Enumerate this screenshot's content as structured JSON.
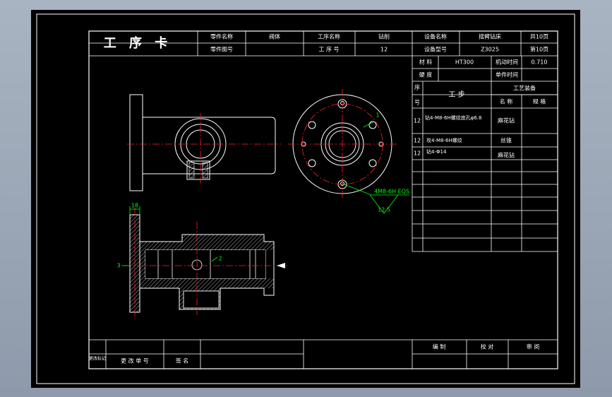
{
  "card": {
    "title": "工 序 卡",
    "part_name_label": "零件名称",
    "part_name": "阀体",
    "part_no_label": "零件图号",
    "part_no": "",
    "process_name_label": "工序名称",
    "process_name": "钻削",
    "process_no_label": "工 序 号",
    "process_no": "12",
    "equipment_name_label": "设备名称",
    "equipment_name": "摇臂钻床",
    "equipment_model_label": "设备型号",
    "equipment_model": "Z3025",
    "total_pages": "共10页",
    "page_no": "第10页"
  },
  "right_table": {
    "material_label": "材 料",
    "material": "HT300",
    "machine_time_label": "机动时间",
    "machine_time": "0.710",
    "hardness_label": "硬 度",
    "hardness": "",
    "unit_time_label": "单件时间",
    "unit_time": "",
    "seq_label_top": "序",
    "seq_label_bottom": "号",
    "step_label": "工 步",
    "equip_label": "工艺装备",
    "name_label": "名 称",
    "spec_label": "规 格",
    "steps": [
      {
        "no": "12",
        "desc": "钻4-M8-6H螺纹底孔φ6.8",
        "tool": "麻花钻"
      },
      {
        "no": "12",
        "desc": "攻4-M8-6H螺纹",
        "tool": "丝锥"
      },
      {
        "no": "12",
        "desc": "钻4-Φ14",
        "tool": "麻花钻"
      }
    ]
  },
  "bottom_table": {
    "change_mark": "更改标记",
    "change_doc": "更 改 单 号",
    "signature": "签 名",
    "compiled": "编 制",
    "checked": "校 对",
    "approved": "审 阅"
  },
  "drawing": {
    "thread_callout": "4M8-6H EQS",
    "depth_callout": "12.5",
    "dim_left_top": "18",
    "dim_left": "3",
    "dim_center": "2",
    "dim_circle": "1"
  },
  "colors": {
    "background": "#000000",
    "frame": "#ffffff",
    "centerline": "#ff2020",
    "dimension": "#00ff00",
    "hatch": "#ffffff"
  }
}
